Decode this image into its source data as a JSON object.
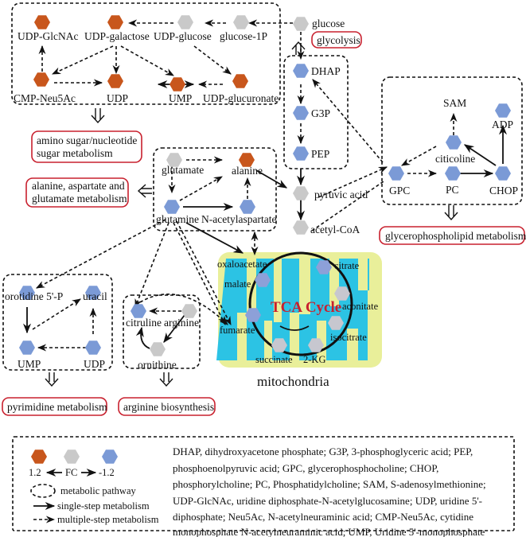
{
  "colors": {
    "up": "#c8561c",
    "nochange": "#c9c9c9",
    "down": "#7b9ad6",
    "pathway_border": "#c8202e",
    "mito_bg": "#e9ef9a",
    "mito_cristae": "#22c0e8",
    "tca_label": "#c8202e"
  },
  "nodes": {
    "udp_glcnac": "UDP-GlcNAc",
    "udp_galactose": "UDP-galactose",
    "udp_glucose": "UDP-glucose",
    "glucose_1p": "glucose-1P",
    "cmp_neu5ac": "CMP-Neu5Ac",
    "udp_top": "UDP",
    "ump_top": "UMP",
    "udp_glucuronate": "UDP-glucuronate",
    "glucose": "glucose",
    "dhap": "DHAP",
    "g3p": "G3P",
    "pep": "PEP",
    "sam": "SAM",
    "adp": "ADP",
    "citicoline": "citicoline",
    "gpc": "GPC",
    "pc": "PC",
    "chop": "CHOP",
    "glutamate": "glutamate",
    "alanine": "alanine",
    "glutamine": "glutamine",
    "n_acetylaspartate": "N-acetylaspartate",
    "pyruvic_acid": "pyruvic acid",
    "acetyl_coa": "acetyl-CoA",
    "orotidine": "orotidine 5'-P",
    "uracil": "uracil",
    "ump_bottom": "UMP",
    "udp_bottom": "UDP",
    "citruline": "citruline",
    "arginine": "arginine",
    "ornithine": "ornithine",
    "oxaloacetate": "oxaloacetate",
    "citrate": "citrate",
    "malate": "malate",
    "aconitate": "aconitate",
    "fumarate": "fumarate",
    "isocitrate": "isocitrate",
    "succinate": "succinate",
    "two_kg": "2-KG"
  },
  "pathways": {
    "glycolysis": "glycolysis",
    "amino_sugar_1": "amino sugar/nucleotide",
    "amino_sugar_2": "sugar metabolism",
    "ala_asp_glu_1": "alanine, aspartate and",
    "ala_asp_glu_2": "glutamate metabolism",
    "glycerophospholipid": "glycerophospholipid metabolism",
    "pyrimidine": "pyrimidine metabolism",
    "arginine": "arginine biosynthesis"
  },
  "tca": {
    "title": "TCA Cycle",
    "compartment": "mitochondria"
  },
  "legend": {
    "fc_up": "1.2",
    "fc_label": "FC",
    "fc_down": "-1.2",
    "metabolic_pathway": "metabolic pathway",
    "single_step": "single-step metabolism",
    "multiple_step": "multiple-step  metabolism"
  },
  "abbreviations": [
    "DHAP, dihydroxyacetone phosphate;  G3P, 3-phosphoglyceric acid;  PEP,",
    "phosphoenolpyruvic acid;  GPC, glycerophosphocholine;  CHOP,",
    "phosphorylcholine; PC, Phosphatidylcholine; SAM, S-adenosylmethionine;",
    "UDP-GlcNAc, uridine diphosphate-N-acetylglucosamine;  UDP, uridine 5'-",
    "diphosphate;  Neu5Ac, N-acetylneuraminic acid;  CMP-Neu5Ac, cytidine",
    "monophosphate N-acetylneuraminic acid; UMP, Uridine 5'-monophosphate"
  ]
}
